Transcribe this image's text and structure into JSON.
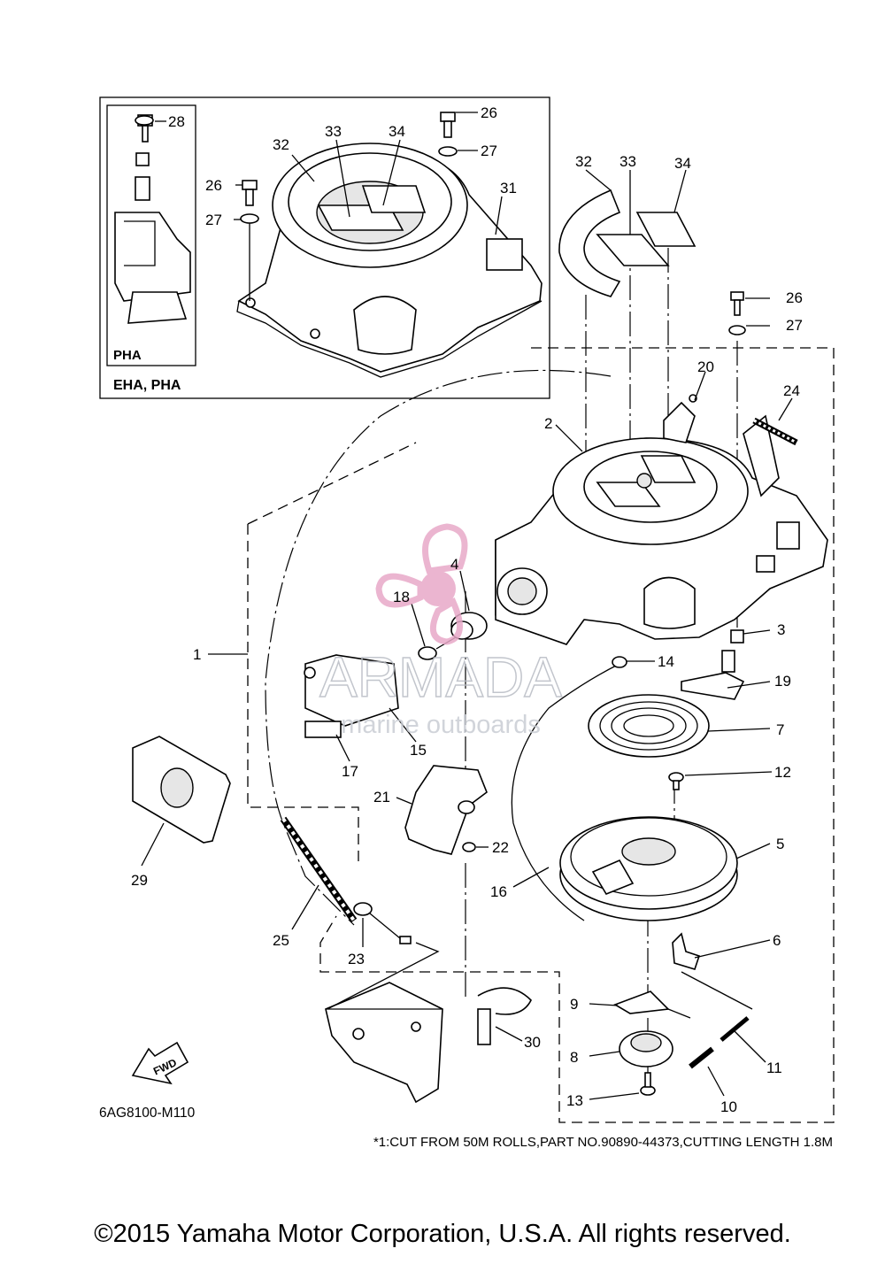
{
  "inset": {
    "model_small_label": "PHA",
    "models_label": "EHA, PHA"
  },
  "drawing_code": "6AG8100-M110",
  "footnote": "*1:CUT FROM 50M ROLLS,PART NO.90890-44373,CUTTING LENGTH 1.8M",
  "fwd_label": "FWD",
  "watermark": {
    "brand": "ARMADA",
    "tagline": "marine outboards"
  },
  "copyright": "©2015 Yamaha Motor Corporation, U.S.A. All rights reserved.",
  "callouts": {
    "inset_28": "28",
    "inset_26": "26",
    "inset_26b": "26",
    "inset_27": "27",
    "inset_27b": "27",
    "inset_32": "32",
    "inset_33": "33",
    "inset_34": "34",
    "inset_31": "31",
    "c32": "32",
    "c33": "33",
    "c34": "34",
    "c26": "26",
    "c27": "27",
    "c20": "20",
    "c24": "24",
    "c2": "2",
    "c4": "4",
    "c18": "18",
    "c3": "3",
    "c1": "1",
    "c14": "14",
    "c19": "19",
    "c7": "7",
    "c17": "17",
    "c15": "15",
    "c12": "12",
    "c21": "21",
    "c22": "22",
    "c5": "5",
    "c29": "29",
    "c16": "16",
    "c25": "25",
    "c23": "23",
    "c6": "6",
    "c9": "9",
    "c30": "30",
    "c8": "8",
    "c11": "11",
    "c13": "13",
    "c10": "10"
  },
  "colors": {
    "watermark_pink": "#e8a9c8",
    "watermark_gray": "#c9cdd4"
  }
}
